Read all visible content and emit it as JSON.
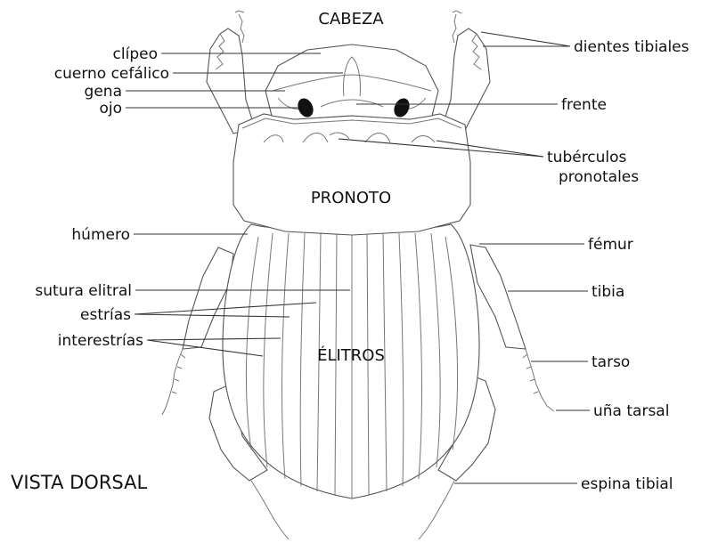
{
  "regions": {
    "head": "CABEZA",
    "pronotum": "PRONOTO",
    "elytra": "ÉLITROS"
  },
  "view_title": "VISTA DORSAL",
  "labels": {
    "clipeo": "clípeo",
    "cuerno": "cuerno cefálico",
    "gena": "gena",
    "ojo": "ojo",
    "dientes": "dientes tibiales",
    "frente": "frente",
    "tuberculos_1": "tubérculos",
    "tuberculos_2": "pronotales",
    "humero": "húmero",
    "femur": "fémur",
    "sutura": "sutura elitral",
    "tibia": "tibia",
    "estrias": "estrías",
    "interestrias": "interestrías",
    "tarso": "tarso",
    "una": "uña tarsal",
    "espina": "espina tibial"
  }
}
